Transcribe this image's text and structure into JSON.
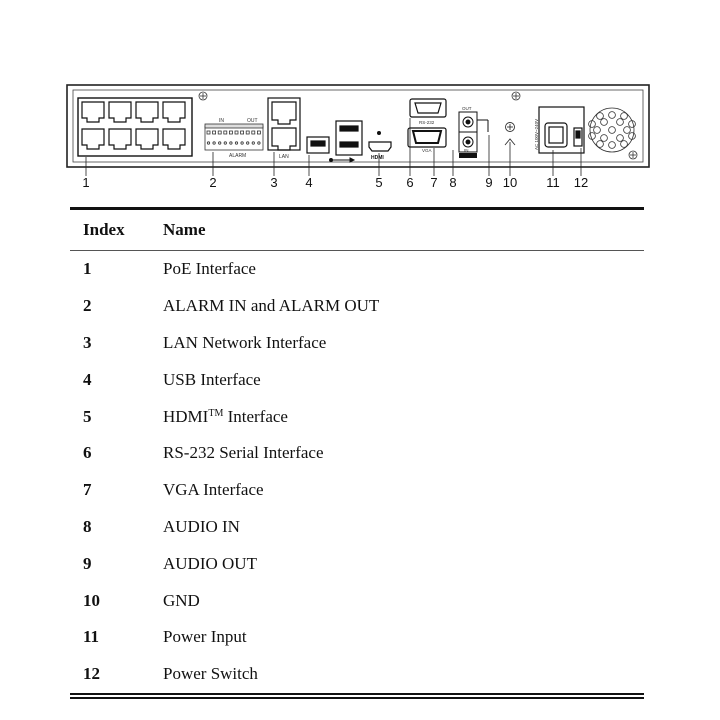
{
  "panel": {
    "callouts": [
      "1",
      "2",
      "3",
      "4",
      "5",
      "6",
      "7",
      "8",
      "9",
      "10",
      "11",
      "12"
    ],
    "labels": {
      "alarm_in": "IN",
      "alarm_out": "OUT",
      "alarm": "ALARM",
      "lan": "LAN",
      "rs232": "RS-232",
      "vga": "VGA",
      "audio_out": "OUT",
      "audio_in": "IN",
      "hdmi": "HDMI",
      "power_rating": "AC 100V~240V"
    }
  },
  "table": {
    "headers": {
      "index": "Index",
      "name": "Name"
    },
    "rows": [
      {
        "index": "1",
        "name": "PoE Interface"
      },
      {
        "index": "2",
        "name": "ALARM IN and ALARM OUT"
      },
      {
        "index": "3",
        "name": "LAN Network Interface"
      },
      {
        "index": "4",
        "name": "USB Interface"
      },
      {
        "index": "5",
        "name": "HDMI",
        "sup": "TM",
        "name_suffix": " Interface"
      },
      {
        "index": "6",
        "name": "RS-232 Serial Interface"
      },
      {
        "index": "7",
        "name": "VGA Interface"
      },
      {
        "index": "8",
        "name": "AUDIO IN"
      },
      {
        "index": "9",
        "name": "AUDIO OUT"
      },
      {
        "index": "10",
        "name": "GND"
      },
      {
        "index": "11",
        "name": "Power Input"
      },
      {
        "index": "12",
        "name": "Power Switch"
      }
    ]
  }
}
